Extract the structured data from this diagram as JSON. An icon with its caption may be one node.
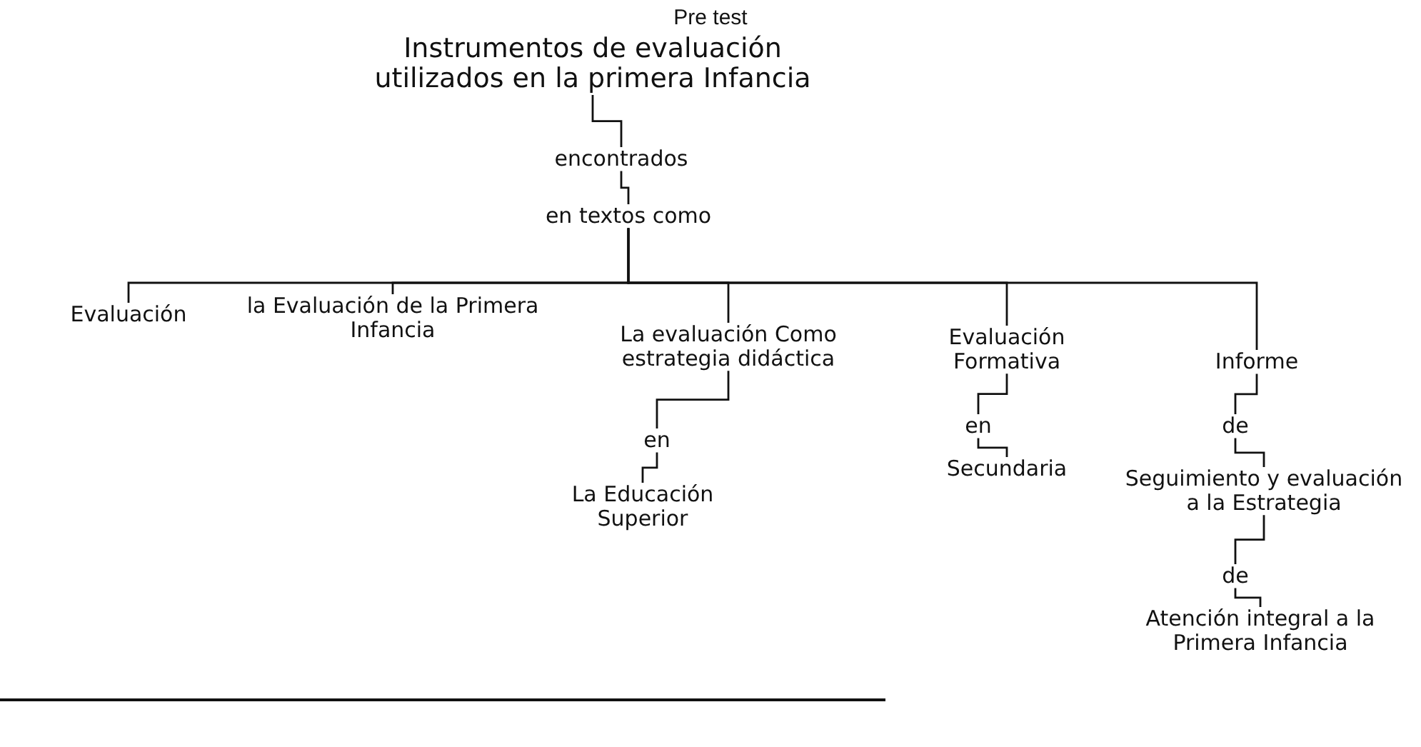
{
  "diagram": {
    "title": "Pre test",
    "nodes": [
      {
        "text": [
          "Instrumentos de evaluación utilizados en la primera Infancia"
        ]
      },
      {
        "text": [
          "encontrados"
        ]
      },
      {
        "text": [
          "en textos como"
        ]
      },
      {
        "text": [
          "Evaluación"
        ]
      },
      {
        "text": [
          "la Evaluación de la Primera Infancia"
        ]
      },
      {
        "text": [
          "La evaluación Como estrategia didáctica"
        ]
      },
      {
        "text": [
          "en"
        ]
      },
      {
        "text": [
          "La Educación Superior"
        ]
      },
      {
        "text": [
          "Evaluación Formativa"
        ]
      },
      {
        "text": [
          "en"
        ]
      },
      {
        "text": [
          "Secundaria"
        ]
      },
      {
        "text": [
          "Informe"
        ]
      },
      {
        "text": [
          "de"
        ]
      },
      {
        "text": [
          "Seguimiento y evaluación a la Estrategia"
        ]
      },
      {
        "text": [
          "de"
        ]
      },
      {
        "text": [
          "Atención integral a la Primera Infancia"
        ]
      }
    ],
    "edges": [
      {
        "from": 0,
        "to": 1,
        "arrow": "none"
      },
      {
        "from": 1,
        "to": 2,
        "arrow": "none"
      },
      {
        "from": 2,
        "to": 3,
        "arrow": "none"
      },
      {
        "from": 2,
        "to": 4,
        "arrow": "none"
      },
      {
        "from": 2,
        "to": 5,
        "arrow": "none"
      },
      {
        "from": 2,
        "to": 8,
        "arrow": "none"
      },
      {
        "from": 2,
        "to": 11,
        "arrow": "none"
      },
      {
        "from": 5,
        "to": 6,
        "arrow": "none"
      },
      {
        "from": 6,
        "to": 7,
        "arrow": "none"
      },
      {
        "from": 8,
        "to": 9,
        "arrow": "none"
      },
      {
        "from": 9,
        "to": 10,
        "arrow": "none"
      },
      {
        "from": 11,
        "to": 12,
        "arrow": "none"
      },
      {
        "from": 12,
        "to": 13,
        "arrow": "none"
      },
      {
        "from": 13,
        "to": 14,
        "arrow": "none"
      },
      {
        "from": 14,
        "to": 15,
        "arrow": "none"
      }
    ]
  }
}
